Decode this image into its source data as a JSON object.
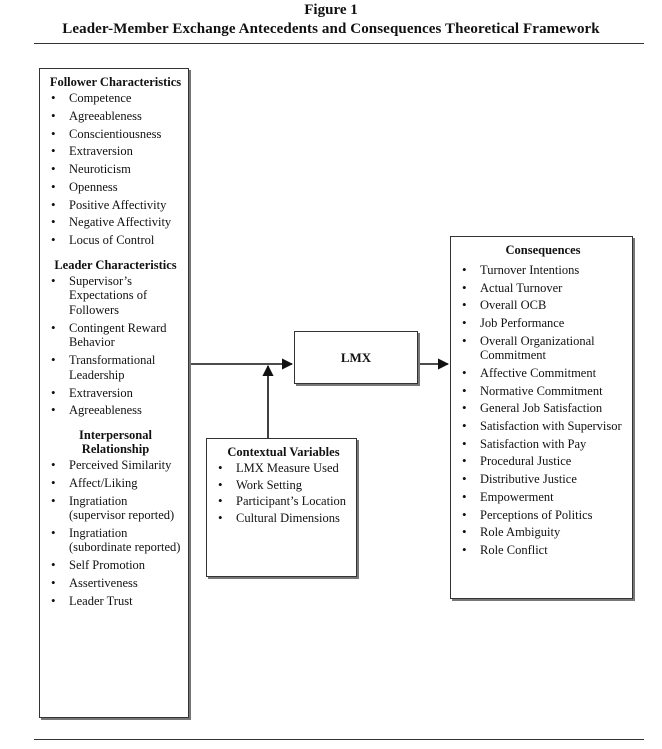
{
  "figure": {
    "label": "Figure 1",
    "title": "Leader-Member Exchange Antecedents and Consequences Theoretical Framework"
  },
  "antecedents": {
    "follower_heading": "Follower Characteristics",
    "follower_items": [
      "Competence",
      "Agreeableness",
      "Conscientiousness",
      "Extraversion",
      "Neuroticism",
      "Openness",
      "Positive Affectivity",
      "Negative Affectivity",
      "Locus of Control"
    ],
    "leader_heading": "Leader Characteristics",
    "leader_items": [
      "Supervisor’s Expectations of Followers",
      "Contingent Reward Behavior",
      "Transformational Leadership",
      "Extraversion",
      "Agreeableness"
    ],
    "interpersonal_heading": "Interpersonal Relationship",
    "interpersonal_items": [
      "Perceived Similarity",
      "Affect/Liking",
      "Ingratiation (supervisor reported)",
      "Ingratiation (subordinate reported)",
      "Self Promotion",
      "Assertiveness",
      "Leader Trust"
    ]
  },
  "contextual": {
    "heading": "Contextual Variables",
    "items": [
      "LMX Measure Used",
      "Work Setting",
      "Participant’s Location",
      "Cultural Dimensions"
    ]
  },
  "center": {
    "label": "LMX"
  },
  "consequences": {
    "heading": "Consequences",
    "items": [
      "Turnover Intentions",
      "Actual Turnover",
      "Overall OCB",
      "Job Performance",
      "Overall Organizational Commitment",
      "Affective Commitment",
      "Normative Commitment",
      "General Job Satisfaction",
      "Satisfaction with Supervisor",
      "Satisfaction with Pay",
      "Procedural Justice",
      "Distributive Justice",
      "Empowerment",
      "Perceptions of Politics",
      "Role Ambiguity",
      "Role Conflict"
    ]
  }
}
